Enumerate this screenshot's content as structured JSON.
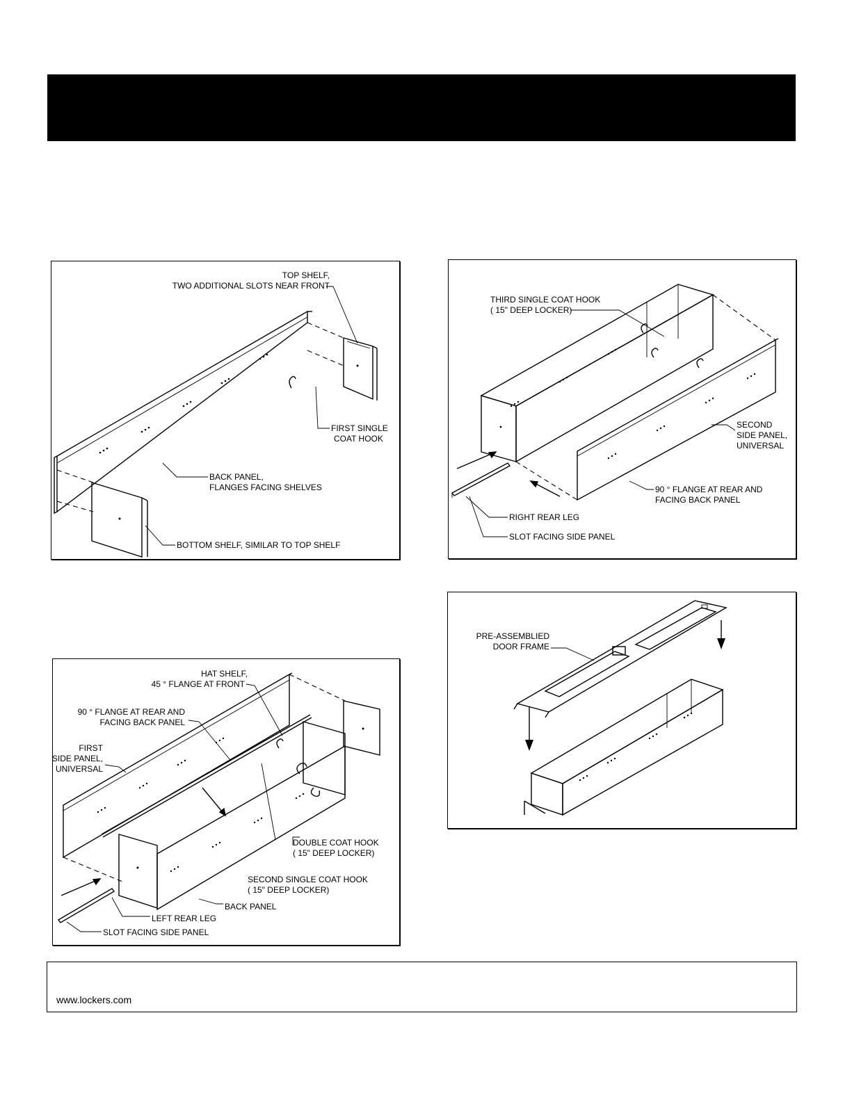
{
  "figures": {
    "fig1": {
      "top_shelf_line1": "TOP SHELF,",
      "top_shelf_line2": "TWO ADDITIONAL SLOTS NEAR FRONT",
      "first_hook_line1": "FIRST SINGLE",
      "first_hook_line2": "COAT HOOK",
      "back_panel_line1": "BACK PANEL,",
      "back_panel_line2": "FLANGES FACING SHELVES",
      "bottom_shelf": "BOTTOM SHELF, SIMILAR TO TOP SHELF"
    },
    "fig2": {
      "third_hook_line1": "THIRD SINGLE COAT HOOK",
      "third_hook_line2": "( 15\" DEEP LOCKER)",
      "second_side_line1": "SECOND",
      "second_side_line2": "SIDE PANEL,",
      "second_side_line3": "UNIVERSAL",
      "flange_line1": "90 ° FLANGE AT REAR AND",
      "flange_line2": "FACING BACK PANEL",
      "right_leg": "RIGHT REAR LEG",
      "slot": "SLOT FACING SIDE PANEL"
    },
    "fig3": {
      "hat_shelf_line1": "HAT SHELF,",
      "hat_shelf_line2": "45 ° FLANGE AT FRONT",
      "flange_line1": "90 ° FLANGE AT REAR AND",
      "flange_line2": "FACING BACK PANEL",
      "first_side_line1": "FIRST",
      "first_side_line2": "SIDE PANEL,",
      "first_side_line3": "UNIVERSAL",
      "double_hook_line1": "DOUBLE COAT HOOK",
      "double_hook_line2": "( 15\" DEEP LOCKER)",
      "second_hook_line1": "SECOND SINGLE COAT HOOK",
      "second_hook_line2": "( 15\" DEEP LOCKER)",
      "back_panel": "BACK PANEL",
      "left_leg": "LEFT REAR LEG",
      "slot": "SLOT FACING SIDE PANEL"
    },
    "fig4": {
      "frame_line1": "PRE-ASSEMBLIED",
      "frame_line2": "DOOR FRAME"
    }
  },
  "footer": {
    "url": "www.lockers.com"
  }
}
